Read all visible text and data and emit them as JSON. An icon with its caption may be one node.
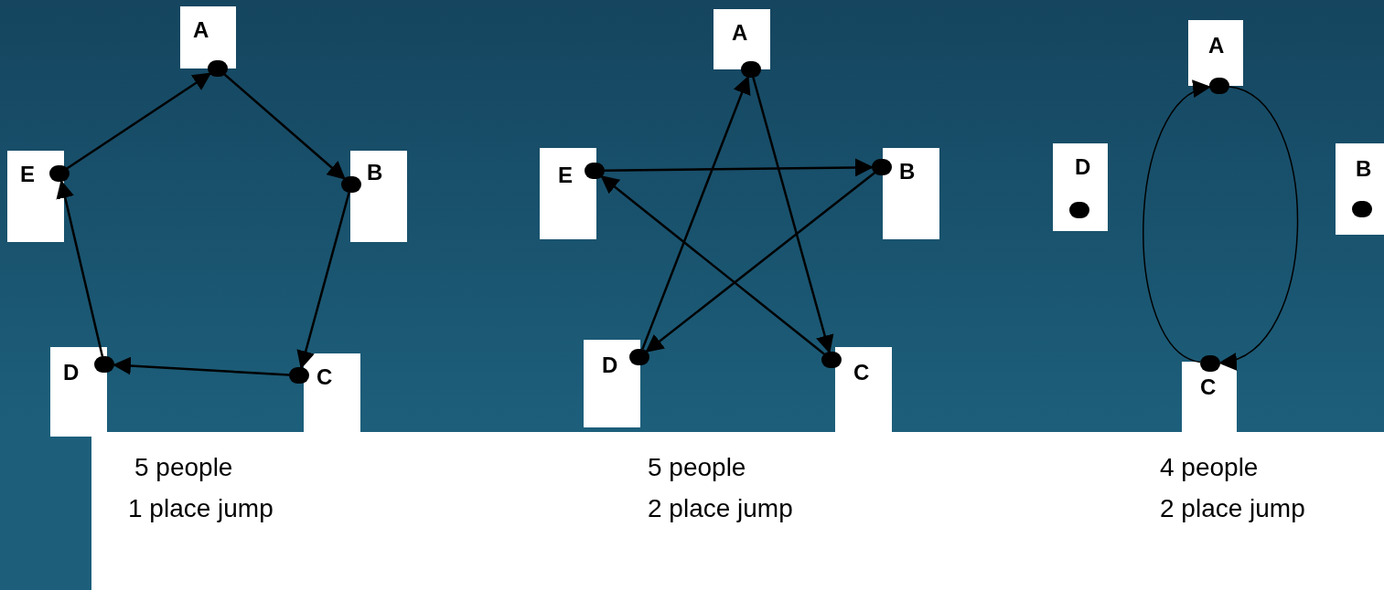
{
  "diagram": {
    "nodes": [
      {
        "text": [
          "A"
        ]
      },
      {
        "text": [
          "B"
        ]
      },
      {
        "text": [
          "C"
        ]
      },
      {
        "text": [
          "D"
        ]
      },
      {
        "text": [
          "E"
        ]
      },
      {
        "text": [],
        "shape": "circle"
      },
      {
        "text": [],
        "shape": "circle"
      },
      {
        "text": [],
        "shape": "circle"
      },
      {
        "text": [],
        "shape": "circle"
      },
      {
        "text": [],
        "shape": "circle"
      },
      {
        "text": [
          "A"
        ]
      },
      {
        "text": [
          "B"
        ]
      },
      {
        "text": [
          "C"
        ]
      },
      {
        "text": [
          "D"
        ]
      },
      {
        "text": [
          "E"
        ]
      },
      {
        "text": [],
        "shape": "circle"
      },
      {
        "text": [],
        "shape": "circle"
      },
      {
        "text": [],
        "shape": "circle"
      },
      {
        "text": [],
        "shape": "circle"
      },
      {
        "text": [],
        "shape": "circle"
      },
      {
        "text": [
          "A"
        ]
      },
      {
        "text": [
          "D"
        ]
      },
      {
        "text": [
          "B"
        ]
      },
      {
        "text": [
          "C"
        ]
      },
      {
        "text": [],
        "shape": "circle"
      },
      {
        "text": [],
        "shape": "circle",
        "in": 21
      },
      {
        "text": [],
        "shape": "circle",
        "in": 22
      },
      {
        "text": [],
        "shape": "circle"
      }
    ],
    "edges": [
      {
        "from": 5,
        "to": 6,
        "arrow": "to"
      },
      {
        "from": 6,
        "to": 7,
        "arrow": "to"
      },
      {
        "from": 7,
        "to": 8,
        "arrow": "to"
      },
      {
        "from": 8,
        "to": 9,
        "arrow": "to"
      },
      {
        "from": 9,
        "to": 5,
        "arrow": "to"
      },
      {
        "from": 15,
        "to": 17,
        "arrow": "to"
      },
      {
        "from": 17,
        "to": 19,
        "arrow": "to"
      },
      {
        "from": 19,
        "to": 16,
        "arrow": "to"
      },
      {
        "from": 16,
        "to": 18,
        "arrow": "to"
      },
      {
        "from": 18,
        "to": 15,
        "arrow": "to"
      },
      {
        "from": 24,
        "to": 27,
        "arrow": "to"
      },
      {
        "from": 27,
        "to": 24,
        "arrow": "to"
      }
    ],
    "labels": [
      "5 people",
      "1 place jump",
      "5 people",
      "2 place jump",
      "4 people",
      "2 place jump"
    ]
  }
}
